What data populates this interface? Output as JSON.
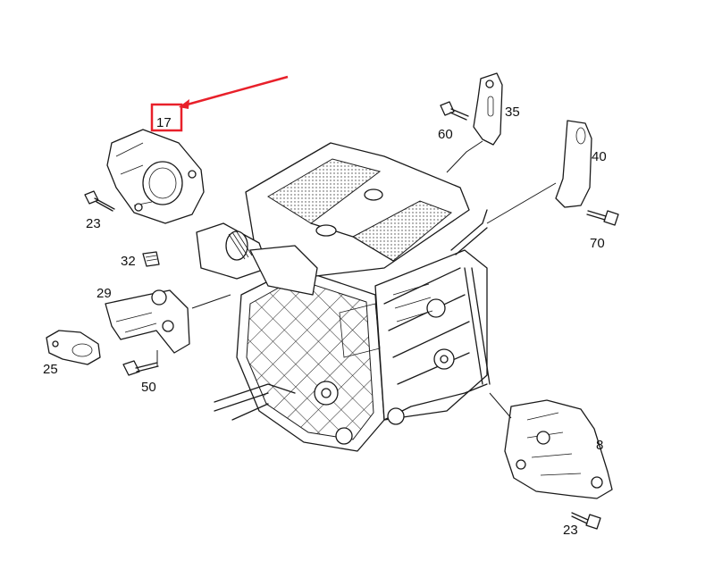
{
  "highlight_color": "#e8202a",
  "callouts": [
    {
      "id": "17",
      "label": "17",
      "highlighted": true
    },
    {
      "id": "23a",
      "label": "23"
    },
    {
      "id": "32",
      "label": "32"
    },
    {
      "id": "29",
      "label": "29"
    },
    {
      "id": "25",
      "label": "25"
    },
    {
      "id": "50",
      "label": "50"
    },
    {
      "id": "60",
      "label": "60"
    },
    {
      "id": "35",
      "label": "35"
    },
    {
      "id": "40",
      "label": "40"
    },
    {
      "id": "70",
      "label": "70"
    },
    {
      "id": "8",
      "label": "8"
    },
    {
      "id": "23b",
      "label": "23"
    }
  ]
}
